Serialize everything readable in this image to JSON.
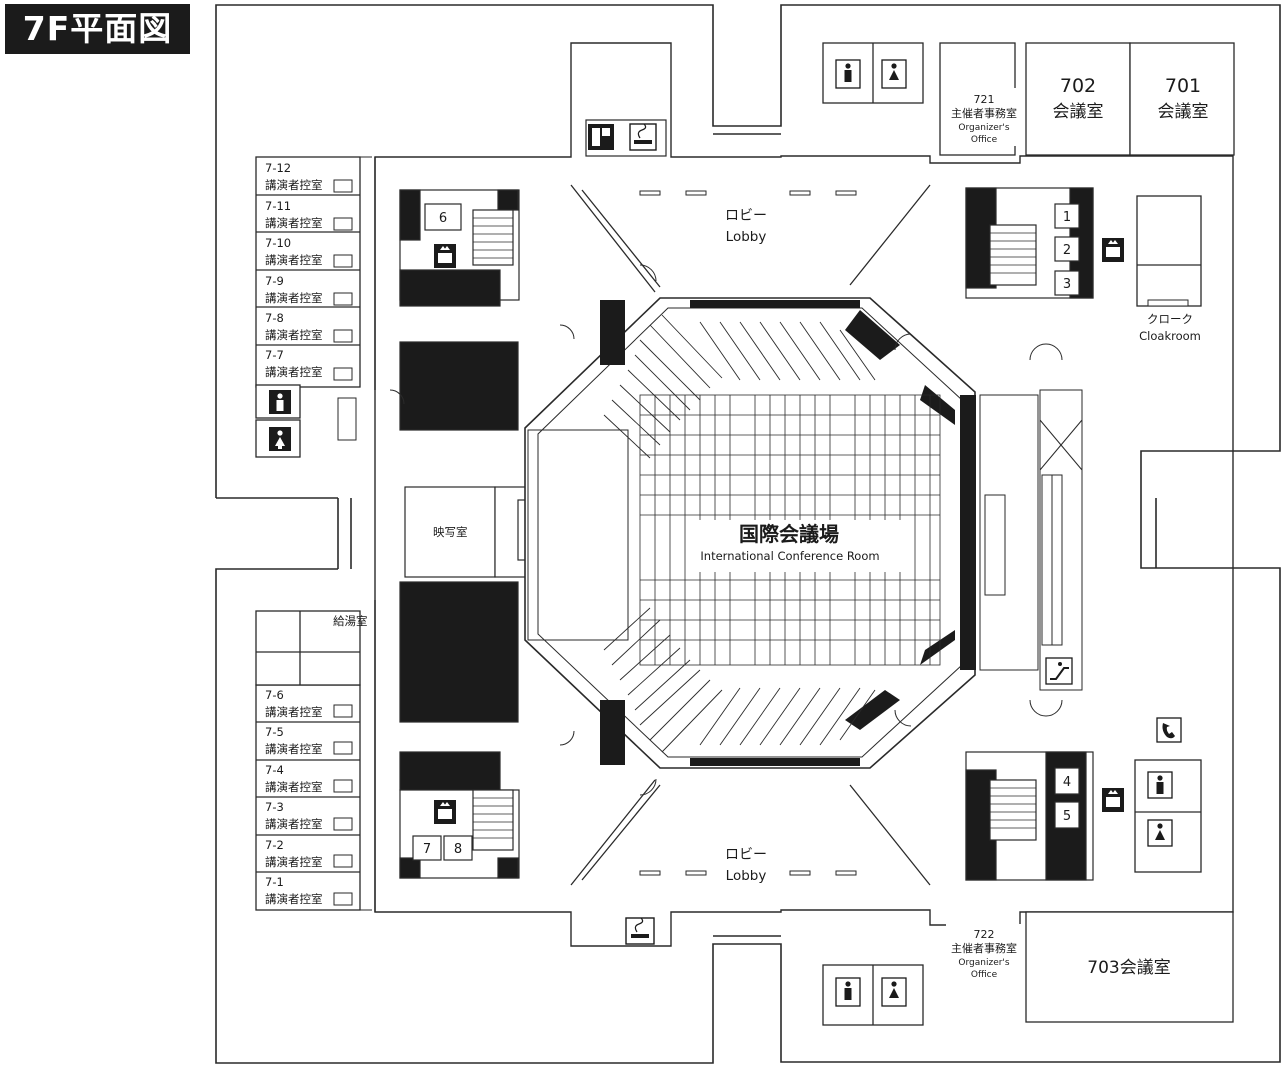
{
  "floor_title": "7F平面図",
  "hall": {
    "name_ja": "国際会議場",
    "name_en": "International Conference Room",
    "projection_room": "映写室"
  },
  "lobby_top": {
    "name_ja": "ロビー",
    "name_en": "Lobby"
  },
  "lobby_bottom": {
    "name_ja": "ロビー",
    "name_en": "Lobby"
  },
  "meeting_rooms": {
    "room_701": {
      "number": "701",
      "label": "会議室"
    },
    "room_702": {
      "number": "702",
      "label": "会議室"
    },
    "room_703": "703会議室"
  },
  "organizer_offices": [
    {
      "number": "721",
      "name_ja": "主催者事務室",
      "name_en_1": "Organizer's",
      "name_en_2": "Office"
    },
    {
      "number": "722",
      "name_ja": "主催者事務室",
      "name_en_1": "Organizer's",
      "name_en_2": "Office"
    }
  ],
  "cloakroom": {
    "name_ja": "クローク",
    "name_en": "Cloakroom"
  },
  "kitchenette": "給湯室",
  "speaker_rooms_upper": [
    {
      "number": "7-12",
      "label": "講演者控室"
    },
    {
      "number": "7-11",
      "label": "講演者控室"
    },
    {
      "number": "7-10",
      "label": "講演者控室"
    },
    {
      "number": "7-9",
      "label": "講演者控室"
    },
    {
      "number": "7-8",
      "label": "講演者控室"
    },
    {
      "number": "7-7",
      "label": "講演者控室"
    }
  ],
  "speaker_rooms_lower": [
    {
      "number": "7-6",
      "label": "講演者控室"
    },
    {
      "number": "7-5",
      "label": "講演者控室"
    },
    {
      "number": "7-4",
      "label": "講演者控室"
    },
    {
      "number": "7-3",
      "label": "講演者控室"
    },
    {
      "number": "7-2",
      "label": "講演者控室"
    },
    {
      "number": "7-1",
      "label": "講演者控室"
    }
  ],
  "elevators": {
    "right_upper": [
      "1",
      "2",
      "3"
    ],
    "right_lower": [
      "4",
      "5"
    ],
    "left_upper": [
      "6"
    ],
    "left_lower": [
      "7",
      "8"
    ]
  },
  "icons": {
    "restroom_male": "male-restroom-icon",
    "restroom_female": "female-restroom-icon",
    "elevator": "elevator-icon",
    "smoking": "smoking-area-icon",
    "telephone": "telephone-icon",
    "vending": "vending-machine-icon",
    "escalator": "escalator-icon"
  },
  "colors": {
    "wall": "#1b1b1b",
    "floor": "#ffffff",
    "line": "#2a2a2a"
  }
}
